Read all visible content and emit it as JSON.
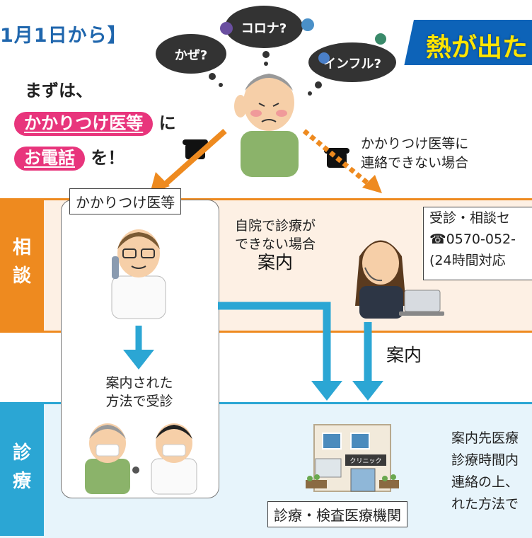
{
  "header": {
    "date_label": "1月1日から】",
    "banner_text": "熱が出た"
  },
  "thought_bubbles": [
    "かぜ?",
    "コロナ?",
    "インフル?"
  ],
  "intro": {
    "line1": "まずは、",
    "pill1": "かかりつけ医等",
    "suffix1": "に",
    "pill2": "お電話",
    "suffix2": "を！"
  },
  "alt_note": [
    "かかりつけ医等に",
    "連絡できない場合"
  ],
  "sections": {
    "consult": "相\n談",
    "treatment": "診\n療"
  },
  "family_doctor": {
    "tag": "かかりつけ医等",
    "guided_lines": [
      "案内された",
      "方法で受診"
    ]
  },
  "middle": {
    "lines": [
      "自院で診療が",
      "できない場合"
    ],
    "guide": "案内"
  },
  "consult_center": {
    "lines": [
      "受診・相談セ",
      "☎0570-052-",
      "(24時間対応"
    ]
  },
  "guide_label": "案内",
  "facility": {
    "tag": "診療・検査医療機関",
    "sign": "クリニック"
  },
  "destination_lines": [
    "案内先医療",
    "診療時間内",
    "連絡の上、",
    "れた方法で"
  ],
  "colors": {
    "orange": "#ee8a1f",
    "blue": "#2ba6d4",
    "pink": "#e8357c",
    "navy": "#0d63b8"
  }
}
